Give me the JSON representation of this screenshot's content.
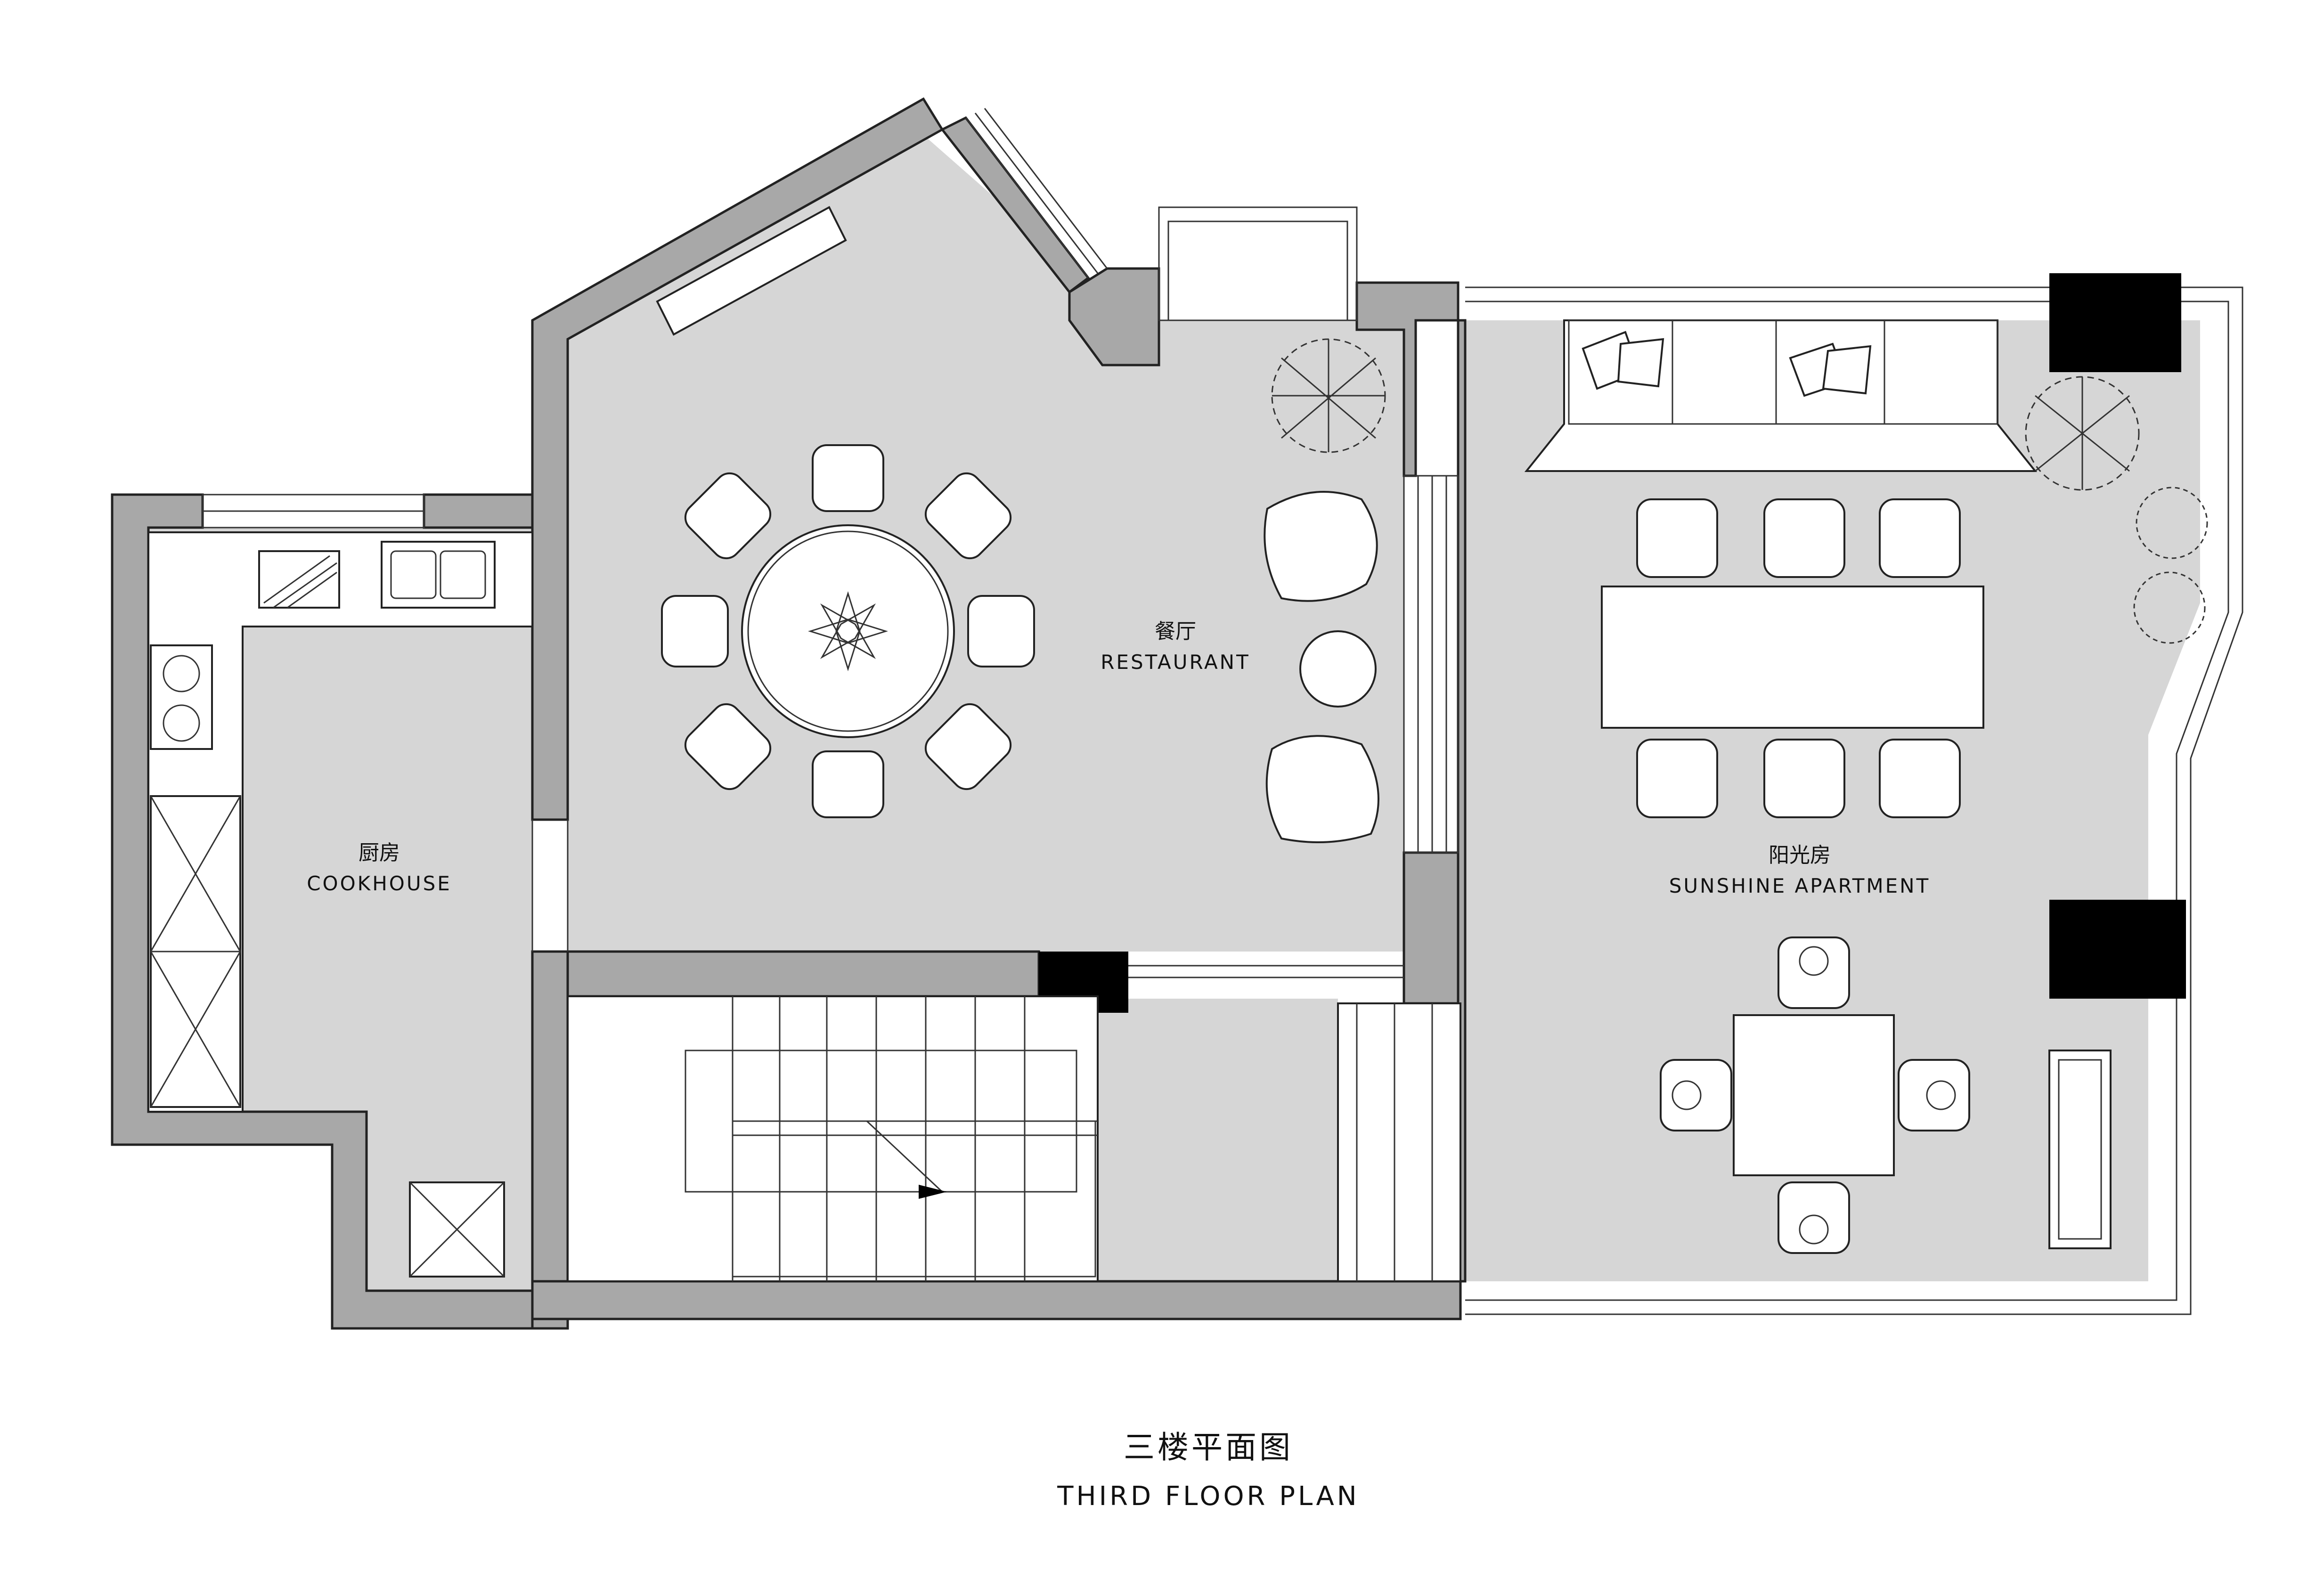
{
  "rooms": {
    "restaurant": {
      "cn": "餐厅",
      "en": "RESTAURANT"
    },
    "kitchen": {
      "cn": "厨房",
      "en": "COOKHOUSE"
    },
    "sunroom": {
      "cn": "阳光房",
      "en": "SUNSHINE APARTMENT"
    }
  },
  "title": {
    "cn": "三楼平面图",
    "en": "THIRD FLOOR PLAN"
  }
}
